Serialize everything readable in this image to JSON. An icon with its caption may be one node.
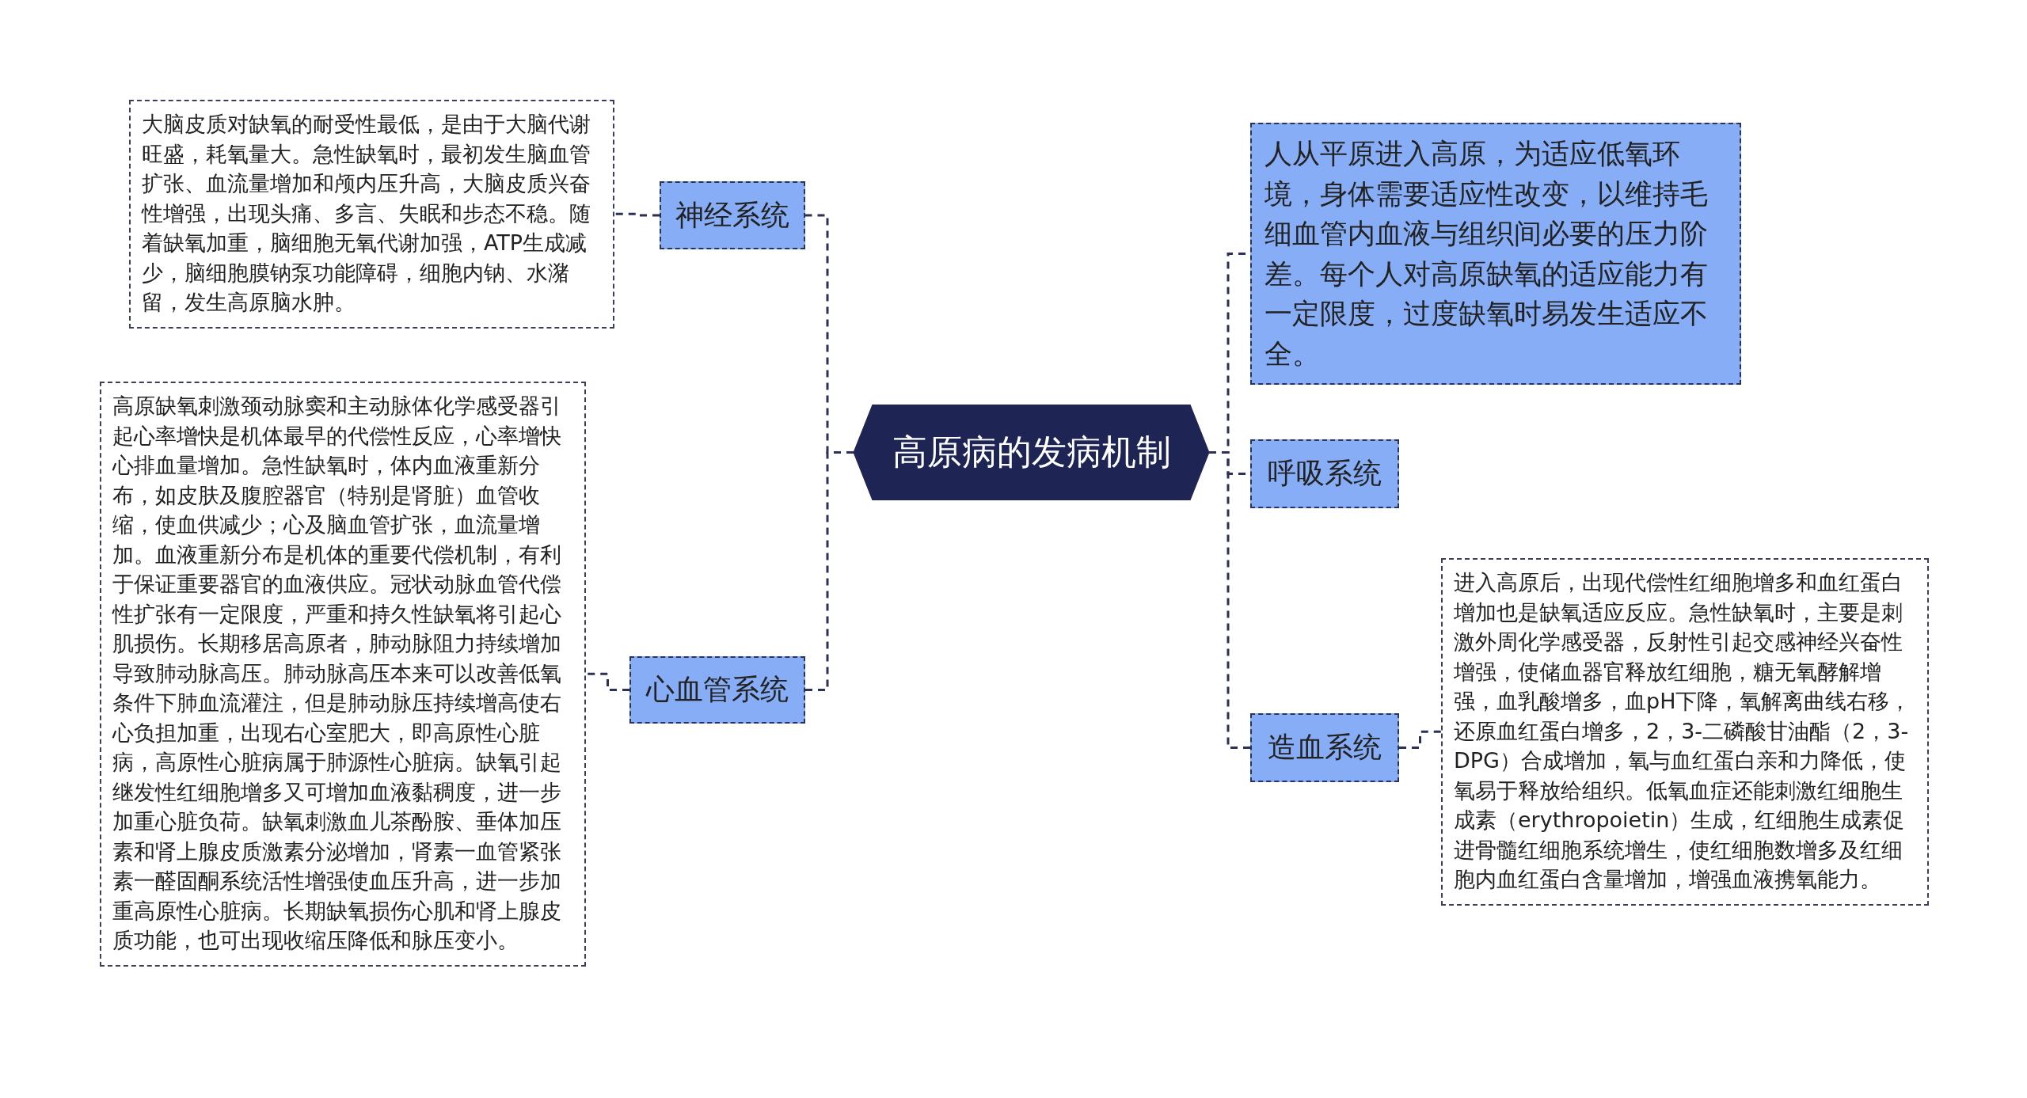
{
  "diagram": {
    "nodes": [
      {
        "text": [
          "高原病的发病机制"
        ]
      },
      {
        "text": [
          "神经系统"
        ]
      },
      {
        "text": [
          "大脑皮质对缺氧的耐受性最低，是由于大脑代谢旺盛，耗氧量大。急性缺氧时，最初发生脑血管扩张、血流量增加和颅内压升高，大脑皮质兴奋性增强，出现头痛、多言、失眠和步态不稳。随着缺氧加重，脑细胞无氧代谢加强，ATP生成减少，脑细胞膜钠泵功能障碍，细胞内钠、水潴留，发生高原脑水肿。"
        ]
      },
      {
        "text": [
          "心血管系统"
        ]
      },
      {
        "text": [
          "高原缺氧刺激颈动脉窦和主动脉体化学感受器引起心率增快是机体最早的代偿性反应，心率增快心排血量增加。急性缺氧时，体内血液重新分布，如皮肤及腹腔器官（特别是肾脏）血管收缩，使血供减少；心及脑血管扩张，血流量增加。血液重新分布是机体的重要代偿机制，有利于保证重要器官的血液供应。冠状动脉血管代偿性扩张有一定限度，严重和持久性缺氧将引起心肌损伤。长期移居高原者，肺动脉阻力持续增加导致肺动脉高压。肺动脉高压本来可以改善低氧条件下肺血流灌注，但是肺动脉压持续增高使右心负担加重，出现右心室肥大，即高原性心脏病，高原性心脏病属于肺源性心脏病。缺氧引起继发性红细胞增多又可增加血液黏稠度，进一步加重心脏负荷。缺氧刺激血儿茶酚胺、垂体加压素和肾上腺皮质激素分泌增加，肾素一血管紧张素一醛固酮系统活性增强使血压升高，进一步加重高原性心脏病。长期缺氧损伤心肌和肾上腺皮质功能，也可出现收缩压降低和脉压变小。"
        ]
      },
      {
        "text": [
          "人从平原进入高原，为适应低氧环境，身体需要适应性改变，以维持毛细血管内血液与组织间必要的压力阶差。每个人对高原缺氧的适应能力有一定限度，过度缺氧时易发生适应不全。"
        ]
      },
      {
        "text": [
          "呼吸系统"
        ]
      },
      {
        "text": [
          "造血系统"
        ]
      },
      {
        "text": [
          "进入高原后，出现代偿性红细胞增多和血红蛋白增加也是缺氧适应反应。急性缺氧时，主要是刺激外周化学感受器，反射性引起交感神经兴奋性增强，使储血器官释放红细胞，糖无氧酵解增强，血乳酸增多，血pH下降，氧解离曲线右移，还原血红蛋白增多，2，3-二磷酸甘油酯（2，3-DPG）合成增加，氧与血红蛋白亲和力降低，使氧易于释放给组织。低氧血症还能刺激红细胞生成素（erythropoietin）生成，红细胞生成素促进骨髓红细胞系统增生，使红细胞数增多及红细胞内血红蛋白含量增加，增强血液携氧能力。"
        ]
      }
    ],
    "edges": [
      {
        "from": 0,
        "to": 1,
        "arrow": "none",
        "style": "dashed"
      },
      {
        "from": 0,
        "to": 3,
        "arrow": "none",
        "style": "dashed"
      },
      {
        "from": 0,
        "to": 5,
        "arrow": "none",
        "style": "dashed"
      },
      {
        "from": 0,
        "to": 6,
        "arrow": "none",
        "style": "dashed"
      },
      {
        "from": 0,
        "to": 7,
        "arrow": "none",
        "style": "dashed"
      },
      {
        "from": 1,
        "to": 2,
        "arrow": "none",
        "style": "dashed"
      },
      {
        "from": 3,
        "to": 4,
        "arrow": "none",
        "style": "dashed"
      },
      {
        "from": 7,
        "to": 8,
        "arrow": "none",
        "style": "dashed"
      }
    ]
  }
}
